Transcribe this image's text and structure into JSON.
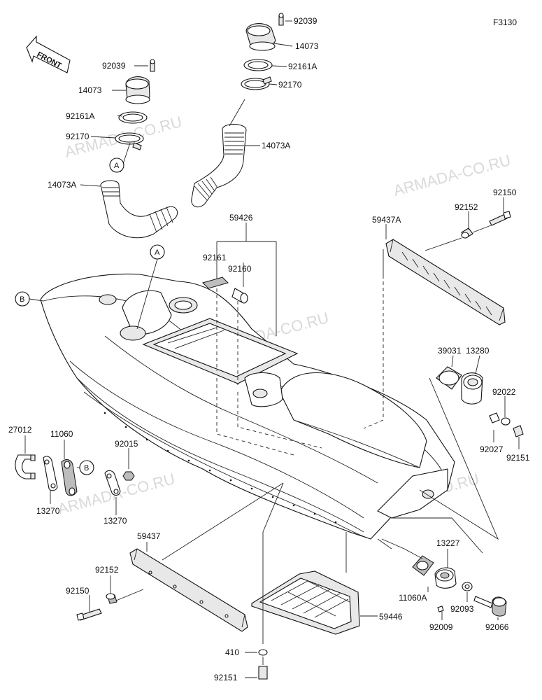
{
  "figure_code": "F3130",
  "front_label": "FRONT",
  "watermark": "ARMADA-CO.RU",
  "callouts": {
    "a": "A",
    "b": "B"
  },
  "labels": {
    "p92039_right": "92039",
    "p14073_right": "14073",
    "p92161A_right": "92161A",
    "p92170_right": "92170",
    "p14073A_right": "14073A",
    "p92039_left": "92039",
    "p14073_left": "14073",
    "p92161A_left": "92161A",
    "p92170_left": "92170",
    "p14073A_left": "14073A",
    "p59426": "59426",
    "p92161": "92161",
    "p92160": "92160",
    "p59437A": "59437A",
    "p92150_top": "92150",
    "p92152_top": "92152",
    "p39031": "39031",
    "p13280": "13280",
    "p92022": "92022",
    "p92027": "92027",
    "p92151_right": "92151",
    "p27012": "27012",
    "p11060": "11060",
    "p92015": "92015",
    "p13270_left": "13270",
    "p13270_right": "13270",
    "p59437": "59437",
    "p92152_bottom": "92152",
    "p92150_bottom": "92150",
    "p13227": "13227",
    "p11060A": "11060A",
    "p92093": "92093",
    "p92009": "92009",
    "p92066": "92066",
    "p59446": "59446",
    "p410": "410",
    "p92151_bottom": "92151"
  }
}
